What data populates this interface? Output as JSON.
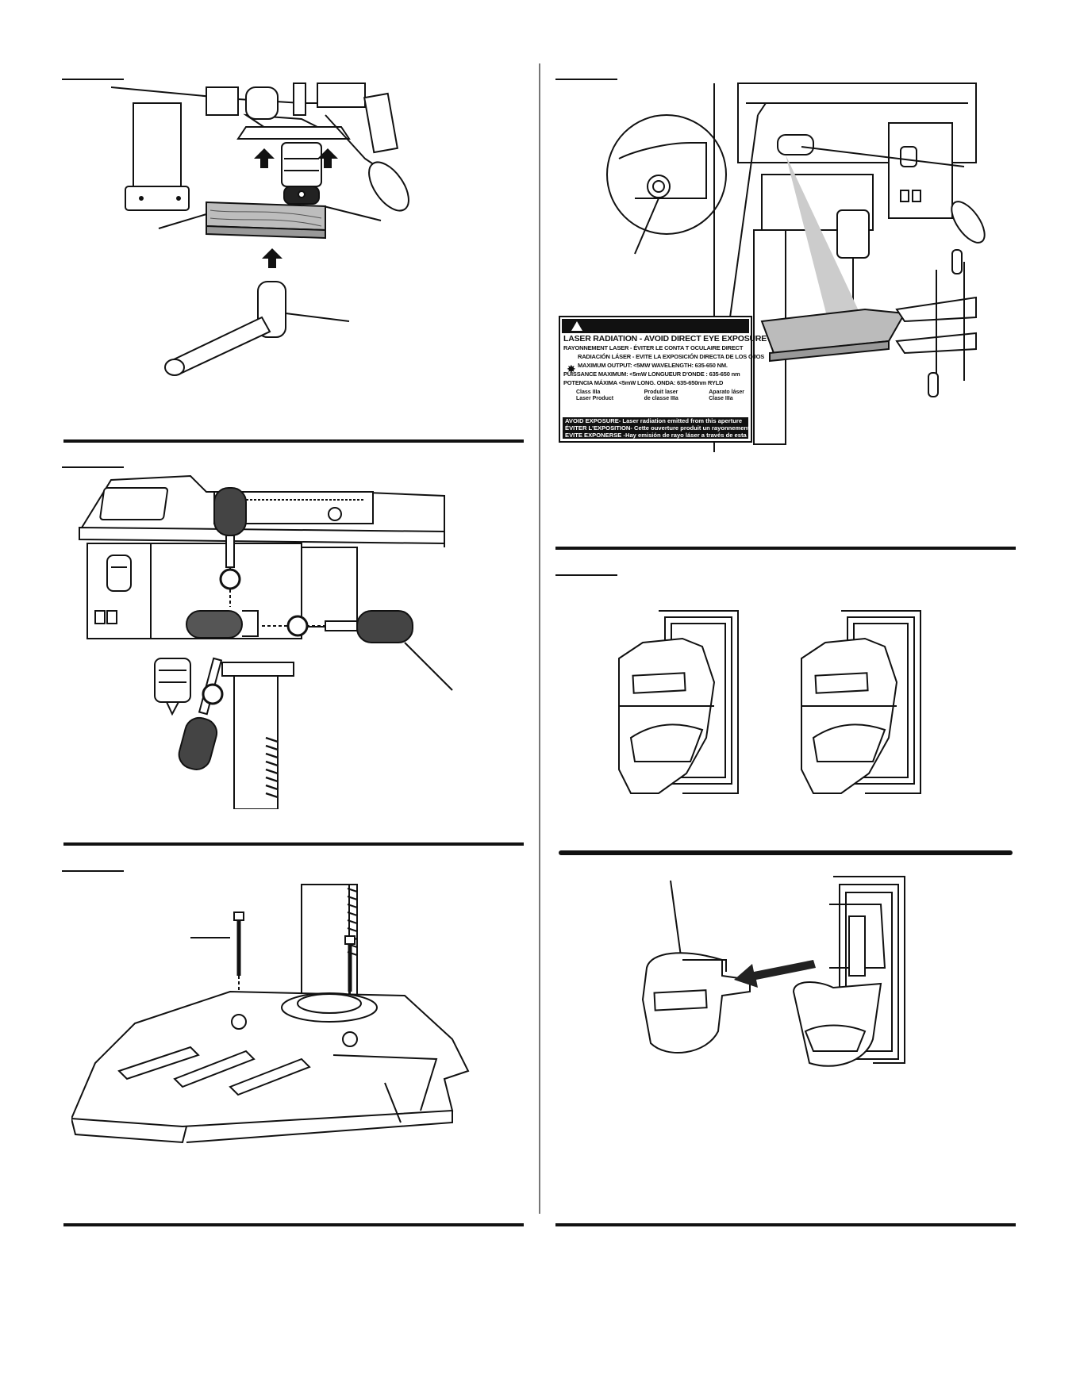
{
  "laser_label": {
    "line1": "LASER RADIATION - AVOID DIRECT EYE EXPOSURE",
    "line2": "RAYONNEMENT LASER - ÉVITER LE CONTA  T OCULAIRE DIRECT",
    "line3": "RADIACIÓN LÁSER - EVITE LA EXPOSICIÓN DIRECTA DE LOS OJOS",
    "line4": "MAXIMUM OUTPUT: <5MW     WAVELENGTH: 635-650 NM.",
    "line5": "PUISSANCE MAXIMUM: <5mW     LONGUEUR D'ONDE : 635-650 nm",
    "line6": "POTENCIA MÁXIMA <5mW     LONG. ONDA: 635-650nm        RYLD",
    "class_en_1": "Class IIIa",
    "class_en_2": "Laser Product",
    "class_fr_1": "Produit laser",
    "class_fr_2": "de classe IIIa",
    "class_es_1": "Aparato láser",
    "class_es_2": "Clase IIIa",
    "avoid1": "AVOID EXPOSURE- Laser radiation emitted from this aperture",
    "avoid2": "ÉVITER L'EXPOSITION- Cette ouverture produit un rayonnement laser",
    "avoid3": "EVITE EXPONERSE -Hay emisión de rayo láser a través de esta abertura"
  },
  "icons": [
    "warning-triangle-icon",
    "laser-burst-icon",
    "arrow-up-icon",
    "arrow-left-icon",
    "rotation-arrow-icon"
  ],
  "colors": {
    "ink": "#111111",
    "paper": "#ffffff",
    "shade": "#bdbdbd"
  }
}
